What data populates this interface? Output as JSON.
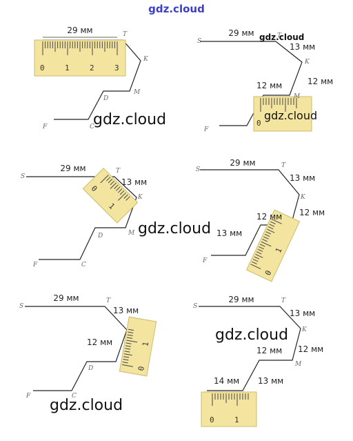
{
  "header": "gdz.cloud",
  "watermark": "gdz.cloud",
  "point_labels": {
    "S": "S",
    "T": "T",
    "K": "K",
    "M": "M",
    "D": "D",
    "C": "C",
    "F": "F"
  },
  "segments": {
    "ST": "29 мм",
    "TK": "13 мм",
    "KM": "12 мм",
    "MD": "12 мм",
    "DC": "13 мм",
    "CF": "14 мм"
  },
  "ruler_numbers": [
    "0",
    "1",
    "2",
    "3"
  ]
}
